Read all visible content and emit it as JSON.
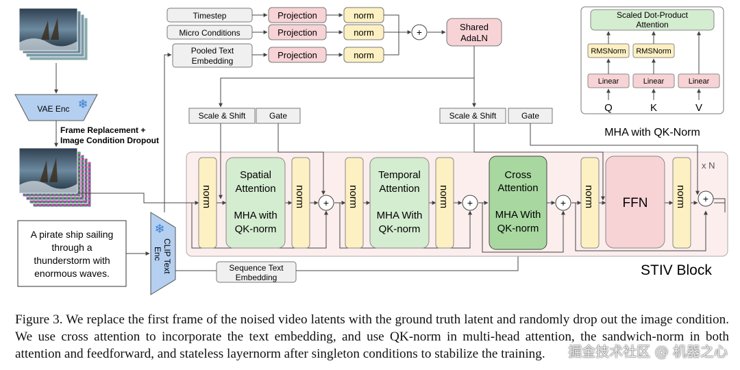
{
  "diagram": {
    "inputs": {
      "timestep": "Timestep",
      "micro_conditions": "Micro Conditions",
      "pooled_text_1": "Pooled Text",
      "pooled_text_2": "Embedding",
      "projection": "Projection",
      "norm": "norm",
      "plus": "+",
      "shared_adaln_1": "Shared",
      "shared_adaln_2": "AdaLN"
    },
    "left": {
      "vae_enc": "VAE Enc",
      "frame_replacement_1": "Frame Replacement +",
      "frame_replacement_2": "Image Condition Dropout",
      "prompt_lines": [
        "A pirate ship sailing",
        "through a",
        "thunderstorm with",
        "enormous waves."
      ],
      "clip_text_1": "CLIP Text",
      "clip_text_2": "Enc",
      "sequence_text_1": "Sequence Text",
      "sequence_text_2": "Embedding"
    },
    "block": {
      "scale_shift": "Scale & Shift",
      "gate": "Gate",
      "spatial": [
        "Spatial",
        "Attention",
        "",
        "MHA with",
        "QK-norm"
      ],
      "temporal": [
        "Temporal",
        "Attention",
        "",
        "MHA With",
        "QK-norm"
      ],
      "cross": [
        "Cross",
        "Attention",
        "",
        "MHA With",
        "QK-norm"
      ],
      "ffn": "FFN",
      "times_n": "x N",
      "stiv_block": "STIV Block"
    },
    "mha": {
      "sdpa_1": "Scaled Dot-Product",
      "sdpa_2": "Attention",
      "rmsnorm": "RMSNorm",
      "linear": "Linear",
      "q": "Q",
      "k": "K",
      "v": "V",
      "caption": "MHA with QK-Norm"
    },
    "colors": {
      "green": "#d4ecd0",
      "green_dark": "#a8d8a0",
      "yellow": "#fdf0c2",
      "pink": "#f7d3d6",
      "block_bg": "#fdeeee",
      "gray": "#f0f0f0",
      "blue": "#a8c8ee"
    }
  },
  "caption": "Figure 3. We replace the first frame of the noised video latents with the ground truth latent and randomly drop out the image condition. We use cross attention to incorporate the text embedding, and use QK-norm in multi-head attention, the sandwich-norm in both attention and feedforward, and stateless layernorm after singleton conditions to stabilize the training.",
  "watermark": "掘金技术社区 @ 机器之心"
}
